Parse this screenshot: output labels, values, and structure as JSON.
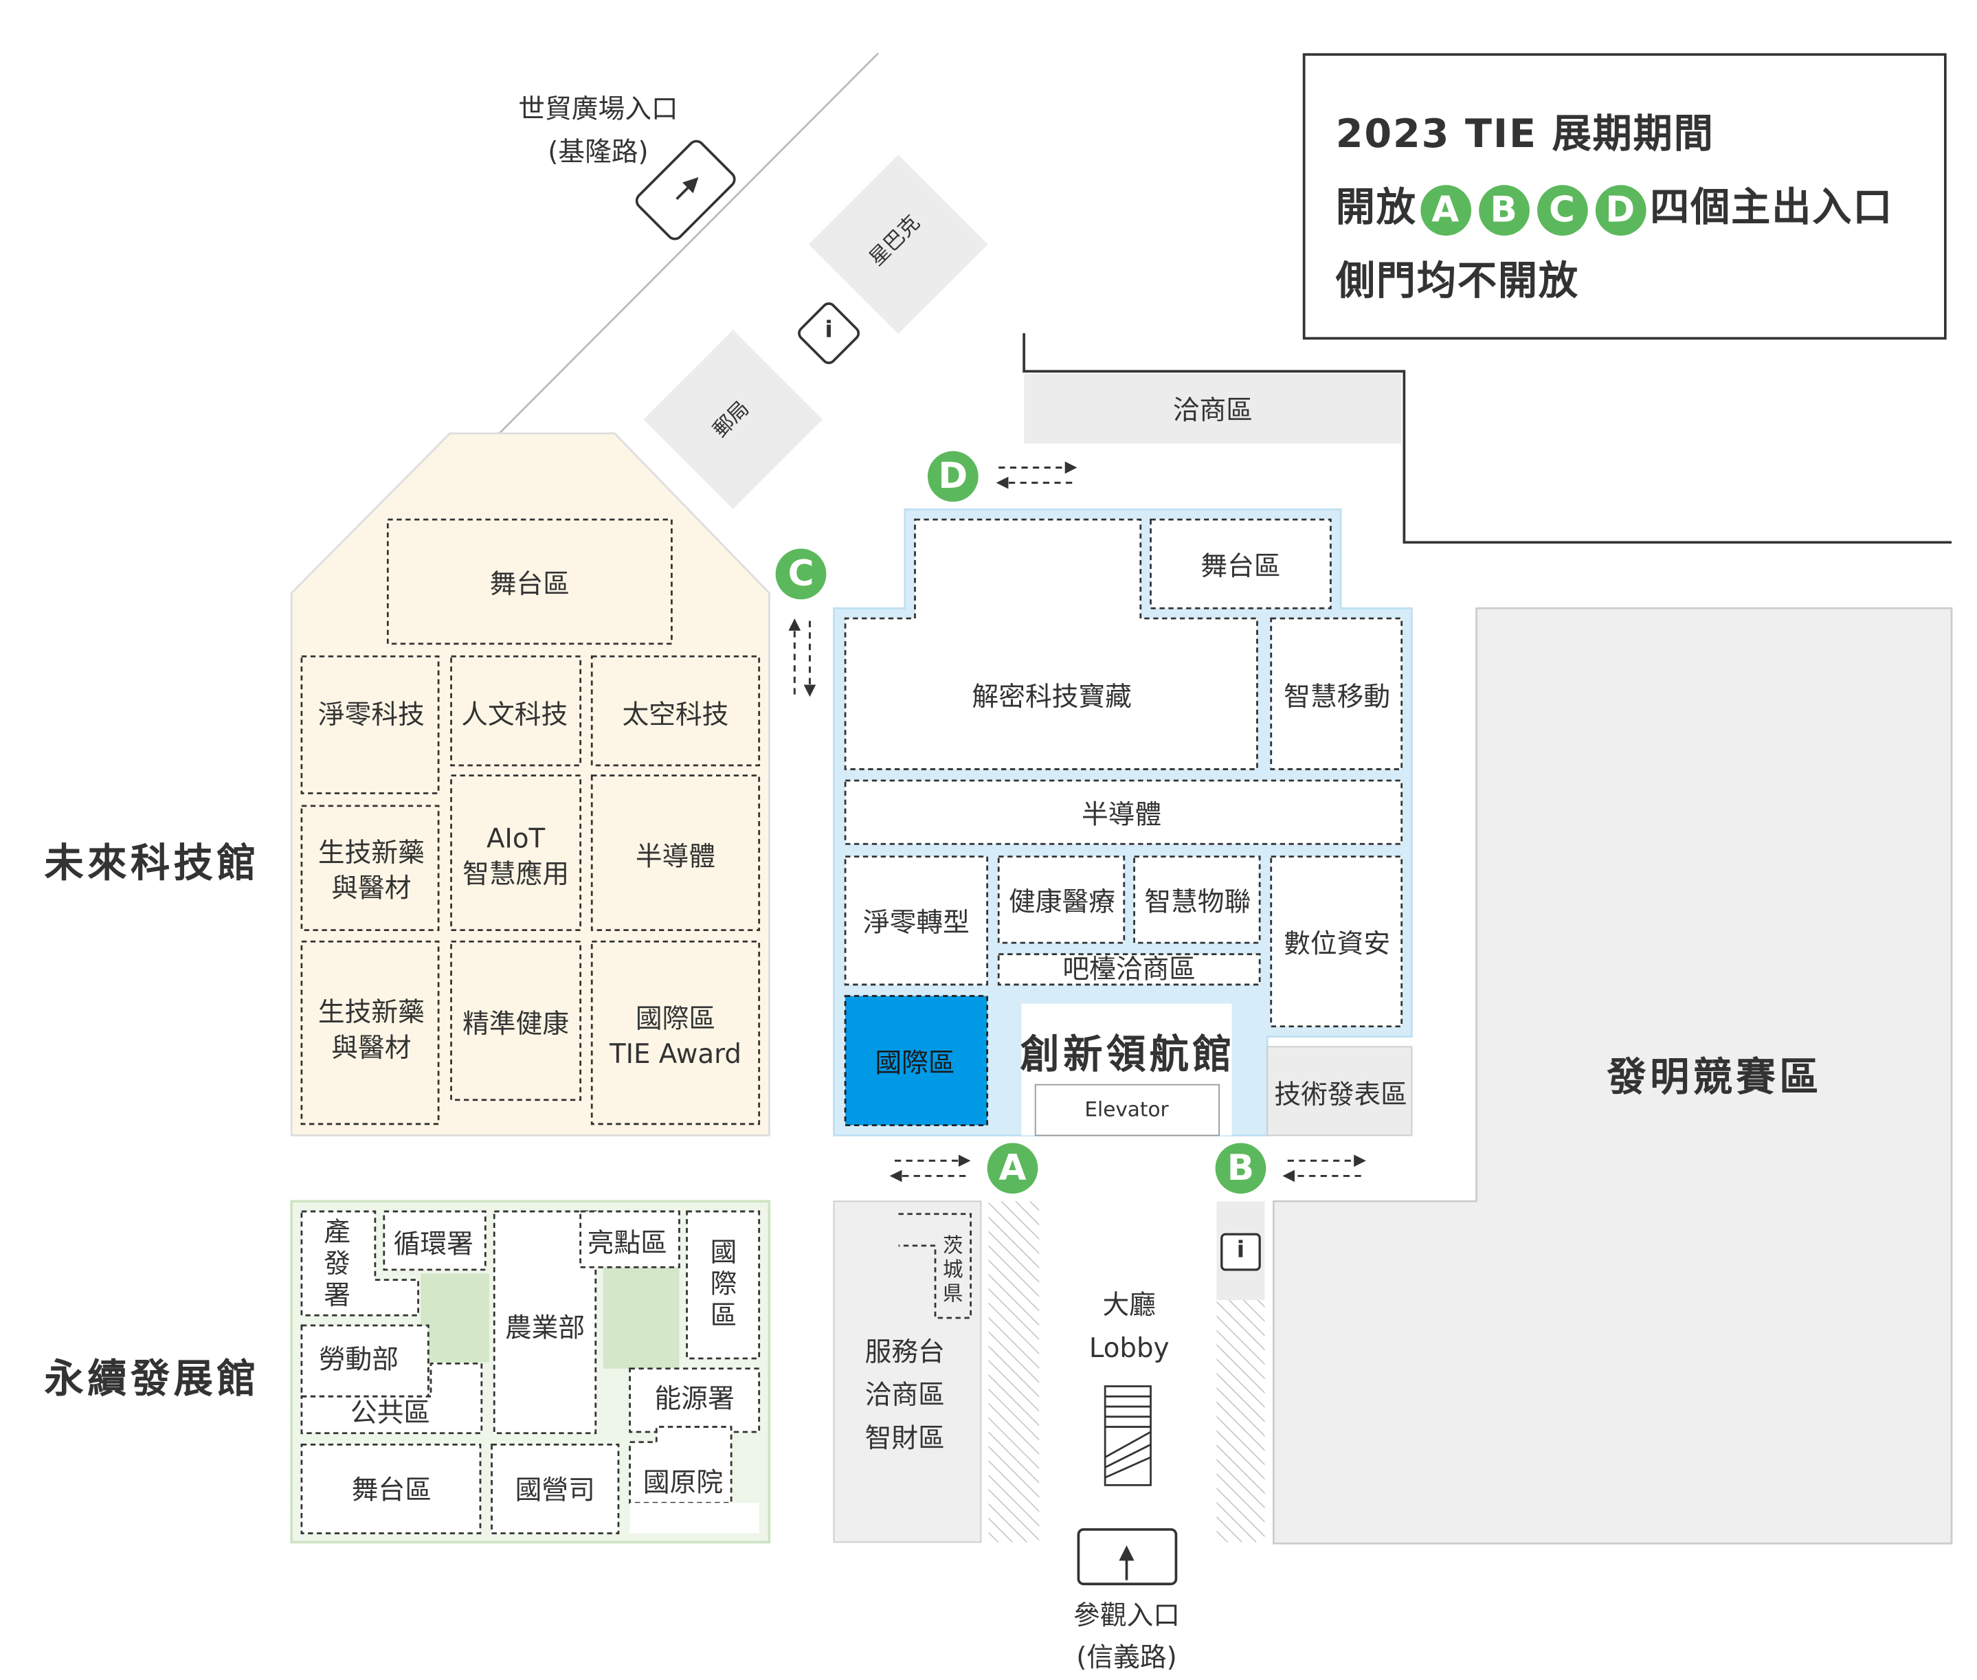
{
  "notice": {
    "line1": "2023 TIE 展期期間",
    "line2_prefix": "開放",
    "line2_suffix": "四個主出入口",
    "line3": "側門均不開放"
  },
  "entrances": {
    "a": "A",
    "b": "B",
    "c": "C",
    "d": "D"
  },
  "top": {
    "trade_plaza_entrance": "世貿廣場入口",
    "trade_plaza_road": "(基隆路)",
    "starbucks": "星巴克",
    "post_office": "郵局",
    "info": "i",
    "business_area_top": "洽商區"
  },
  "future_hall": {
    "name": "未來科技館",
    "stage": "舞台區",
    "net_zero_tech": "淨零科技",
    "humanities_tech": "人文科技",
    "space_tech": "太空科技",
    "biotech_1_l1": "生技新藥",
    "biotech_1_l2": "與醫材",
    "aiot_l1": "AIoT",
    "aiot_l2": "智慧應用",
    "semiconductor": "半導體",
    "biotech_2_l1": "生技新藥",
    "biotech_2_l2": "與醫材",
    "precision_health": "精準健康",
    "intl_l1": "國際區",
    "intl_l2": "TIE Award"
  },
  "innovation_hall": {
    "name": "創新領航館",
    "stage": "舞台區",
    "decrypt": "解密科技寶藏",
    "smart_mobility": "智慧移動",
    "semiconductor": "半導體",
    "net_zero_transition": "淨零轉型",
    "health_care": "健康醫療",
    "iot": "智慧物聯",
    "bar_business": "吧檯洽商區",
    "digital_security": "數位資安",
    "international": "國際區",
    "elevator": "Elevator",
    "tech_presentation": "技術發表區"
  },
  "sustain_hall": {
    "name": "永續發展館",
    "industry_bureau": "產發署",
    "recycling": "循環署",
    "highlight": "亮點區",
    "international": "國際區",
    "labor": "勞動部",
    "agriculture": "農業部",
    "public": "公共區",
    "energy": "能源署",
    "stage": "舞台區",
    "state_enterprise": "國營司",
    "indigenous": "國原院"
  },
  "lobby_area": {
    "taoyuan": "茨城県",
    "service_1": "服務台",
    "service_2": "洽商區",
    "service_3": "智財區",
    "lobby_zh": "大廳",
    "lobby_en": "Lobby",
    "visitor_entrance": "參觀入口",
    "visitor_road": "(信義路)",
    "info": "i"
  },
  "invention_zone": "發明競賽區",
  "colors": {
    "future_bg": "#fdf6e6",
    "sustain_bg": "#eef5e9",
    "sustain_green": "#d4e7c9",
    "innovation_bg": "#d6ecf8",
    "intl_blue": "#0099e6",
    "entrance_green": "#5cb85c",
    "gray_block": "#efefef",
    "border": "#333333"
  }
}
